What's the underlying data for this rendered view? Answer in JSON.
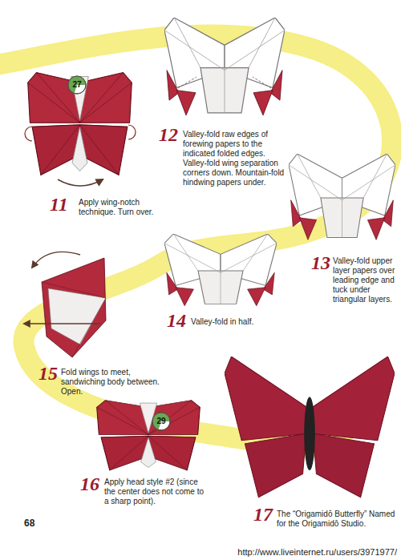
{
  "diagram": {
    "nodes": [
      {
        "text": [
          "27"
        ]
      },
      {
        "text": [
          "29"
        ]
      }
    ],
    "labels": [
      "11",
      "Apply wing-notch technique. Turn over.",
      "12",
      "Valley-fold raw edges of forewing papers to the indicated folded edges. Valley-fold wing separation corners down. Mountain-fold hindwing papers under.",
      "13",
      "Valley-fold upper layer papers over leading edge and tuck under triangular layers.",
      "14",
      "Valley-fold in half.",
      "15",
      "Fold wings to meet, sandwiching body between. Open.",
      "16",
      "Apply head style #2 (since the center does not come to a sharp point).",
      "17",
      "The “Origamidō Butterfly” Named for the Origamidō Studio.",
      "68",
      "http://www.liveinternet.ru/users/3971977/"
    ]
  }
}
